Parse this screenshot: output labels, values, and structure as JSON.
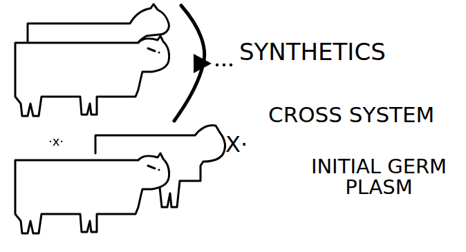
{
  "diagram": {
    "labels": [
      "SYNTHETICS",
      "CROSS SYSTEM",
      "INITIAL GERM PLASM",
      "·x·",
      "X·"
    ]
  }
}
